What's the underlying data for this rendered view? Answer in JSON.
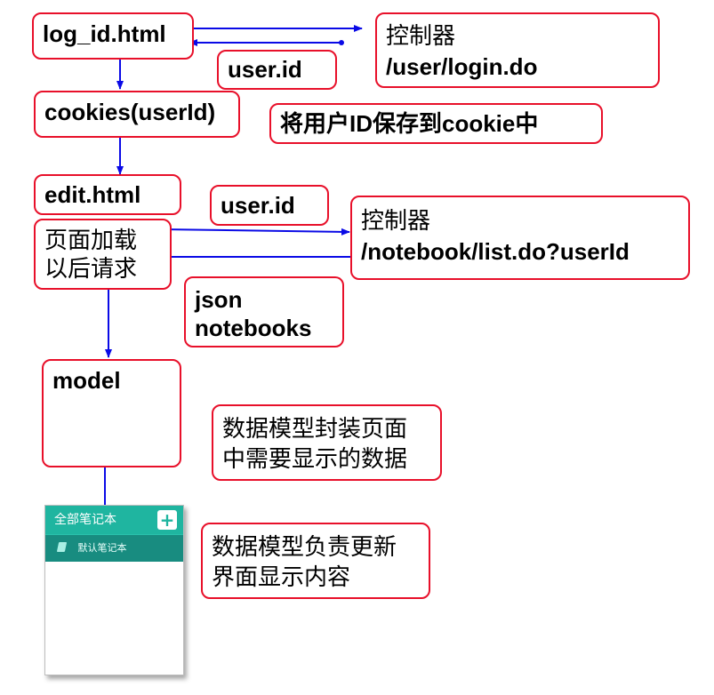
{
  "nodes": {
    "log_id": "log_id.html",
    "user_id_1": "user.id",
    "controller_login": [
      "控制器",
      "/user/login.do"
    ],
    "cookies": "cookies(userId)",
    "cookie_note": "将用户ID保存到cookie中",
    "edit": "edit.html",
    "user_id_2": "user.id",
    "controller_list": [
      "控制器",
      "/notebook/list.do?userId"
    ],
    "page_request": [
      "页面加载",
      "以后请求"
    ],
    "json_notebooks": [
      "json",
      "notebooks"
    ],
    "model": "model",
    "model_note": [
      "数据模型封装页面",
      "中需要显示的数据"
    ],
    "update_note": [
      "数据模型负责更新",
      "界面显示内容"
    ]
  },
  "panel": {
    "title": "全部笔记本",
    "add_icon": "plus-icon",
    "items": [
      {
        "label": "默认笔记本",
        "icon": "notebook-icon"
      }
    ]
  },
  "colors": {
    "arrow": "#0a0ae6",
    "border": "#e8102a",
    "panel_header": "#1fb5a0",
    "panel_item": "#188c80"
  }
}
